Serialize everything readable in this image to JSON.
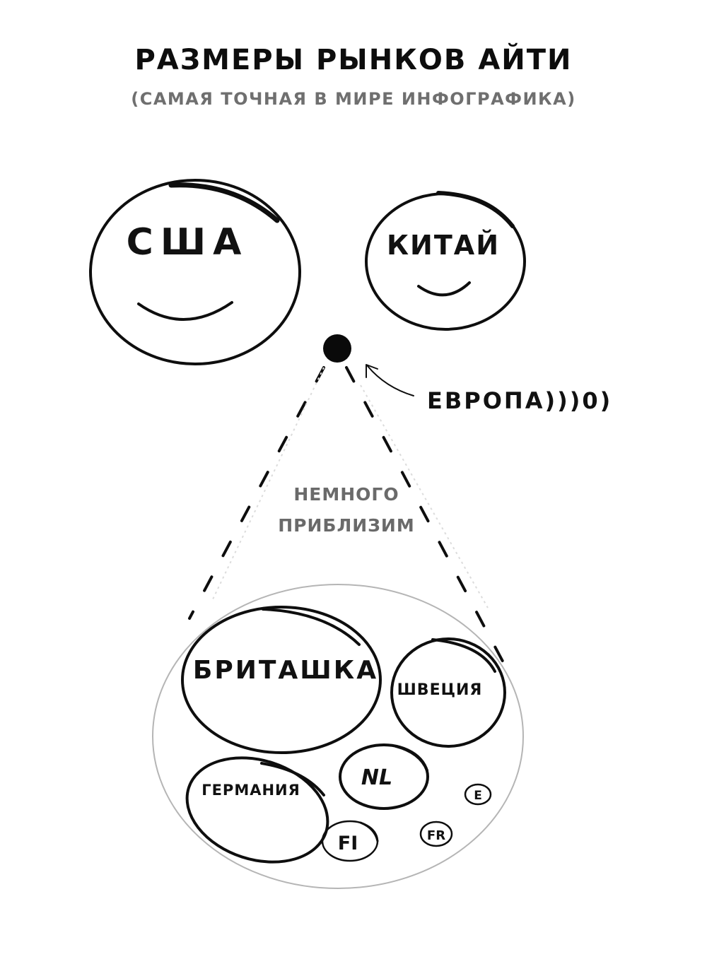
{
  "title": "РАЗМЕРЫ РЫНКОВ АЙТИ",
  "subtitle": "(САМАЯ ТОЧНАЯ В МИРЕ ИНФОГРАФИКА)",
  "markets": {
    "usa": "США",
    "china": "КИТАЙ",
    "europe": "ЕВРОПА)))0)"
  },
  "zoom_label": {
    "line1": "НЕМНОГО",
    "line2": "ПРИБЛИЗИМ"
  },
  "europe_countries": {
    "uk": "БРИТАШКА",
    "sweden": "ШВЕЦИЯ",
    "germany": "ГЕРМАНИЯ",
    "netherlands": "NL",
    "finland": "FI",
    "france": "FR",
    "estonia": "E"
  },
  "colors": {
    "ink": "#0e0e0e",
    "subtitle_gray": "#6f6f6f",
    "zoom_circle_gray": "#b5b5b5"
  }
}
